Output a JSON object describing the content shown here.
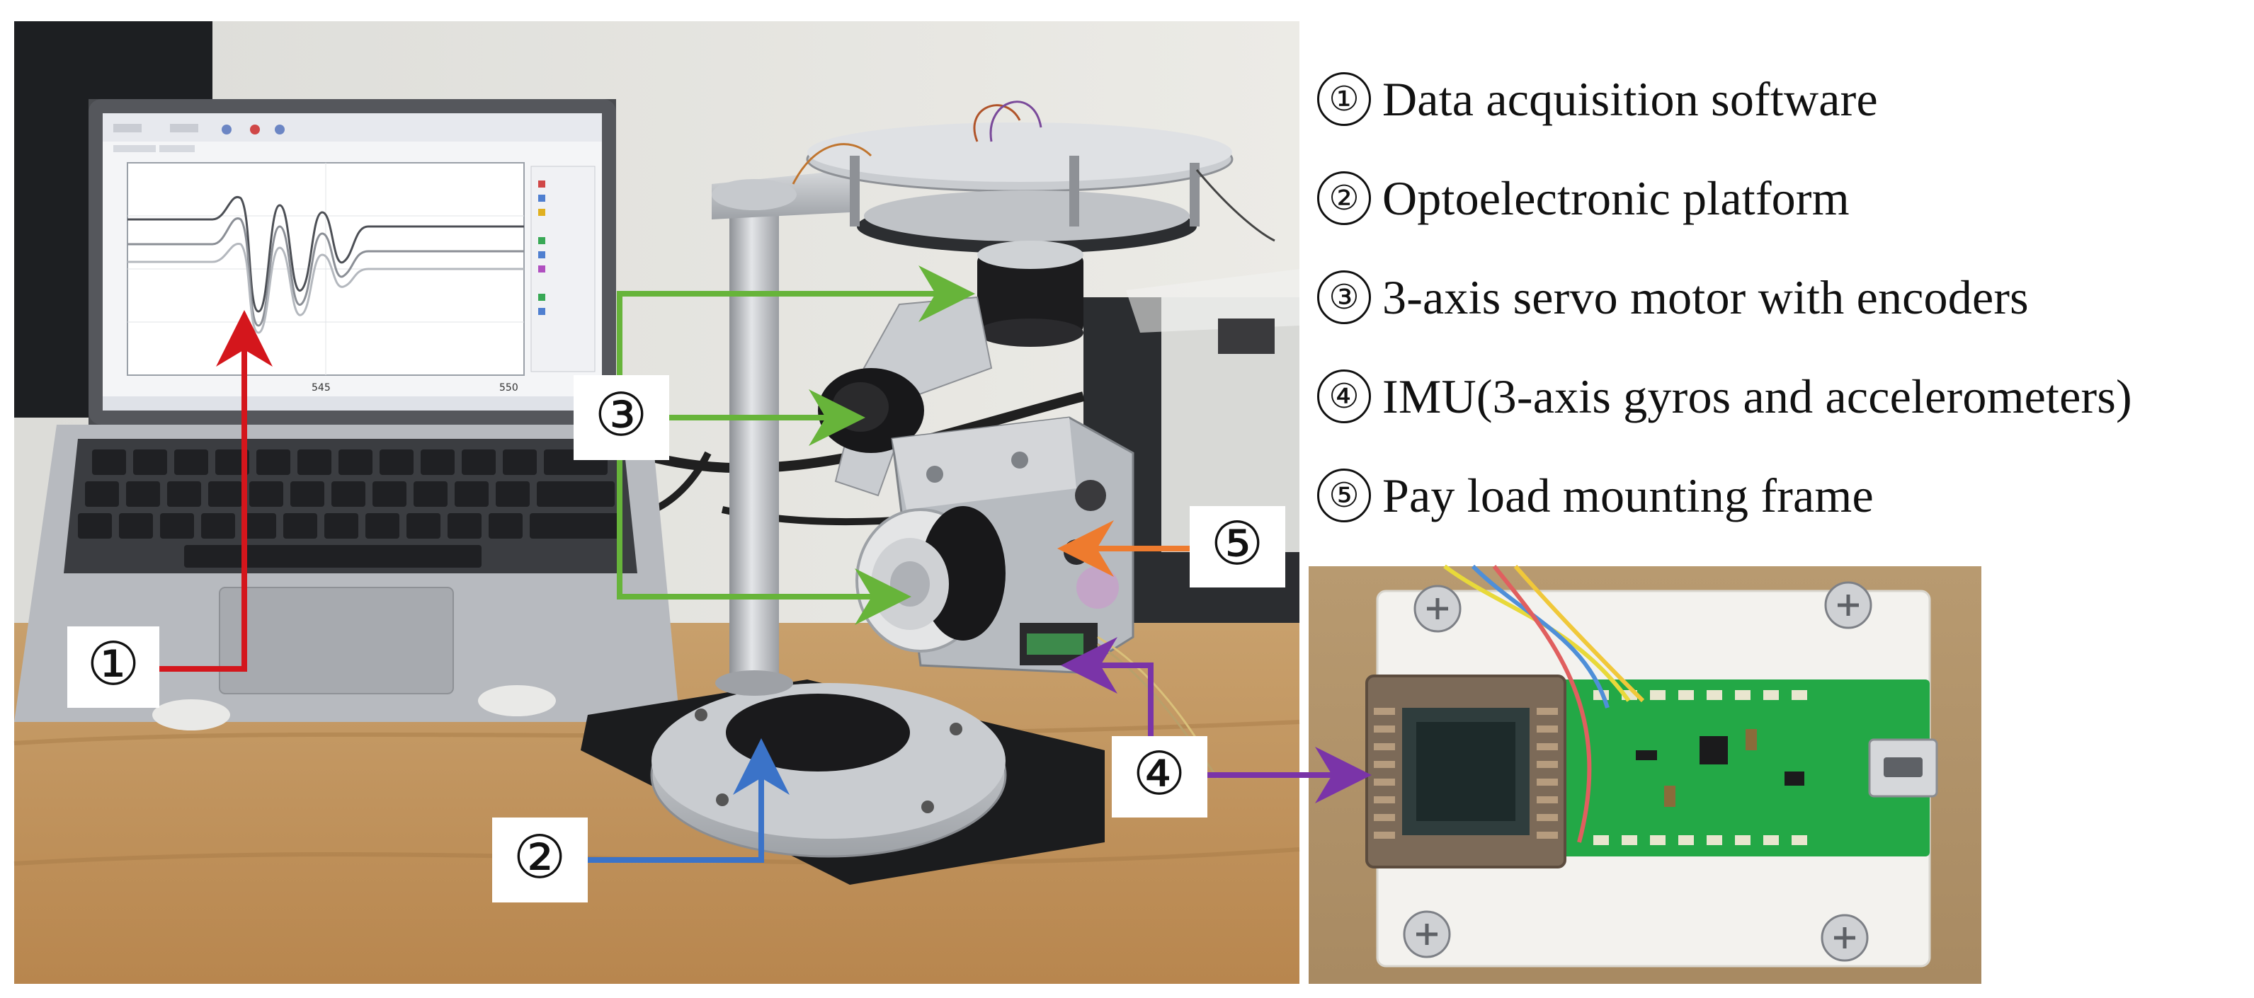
{
  "legend": [
    {
      "num": "①",
      "label": "Data acquisition software"
    },
    {
      "num": "②",
      "label": "Optoelectronic platform"
    },
    {
      "num": "③",
      "label": "3-axis servo motor with encoders"
    },
    {
      "num": "④",
      "label": "IMU(3-axis gyros and accelerometers)"
    },
    {
      "num": "⑤",
      "label": "Pay load mounting frame"
    }
  ],
  "callouts": {
    "c1": "①",
    "c2": "②",
    "c3": "③",
    "c4": "④",
    "c5": "⑤"
  },
  "screen": {
    "plot_tick_a": "545",
    "plot_tick_b": "550"
  },
  "colors": {
    "arrow_1": "#d4161c",
    "arrow_2": "#3b73c8",
    "arrow_3": "#67b43a",
    "arrow_4": "#7a34a8",
    "arrow_5": "#ee7b2e",
    "pcb": "#23a846",
    "platform": "#b9bcc0"
  }
}
